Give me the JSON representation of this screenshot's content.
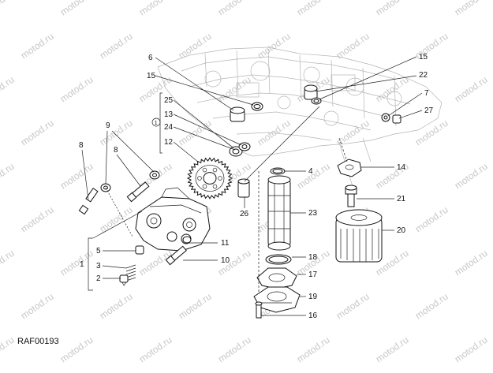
{
  "diagram": {
    "reference_code": "RAF00193",
    "watermark_text": "motod.ru",
    "group_marker": "1",
    "callouts": [
      {
        "id": "c6",
        "label": "6"
      },
      {
        "id": "c15a",
        "label": "15"
      },
      {
        "id": "c15b",
        "label": "15"
      },
      {
        "id": "c22",
        "label": "22"
      },
      {
        "id": "c7",
        "label": "7"
      },
      {
        "id": "c27",
        "label": "27"
      },
      {
        "id": "c25",
        "label": "25"
      },
      {
        "id": "c13",
        "label": "13"
      },
      {
        "id": "c24",
        "label": "24"
      },
      {
        "id": "c12",
        "label": "12"
      },
      {
        "id": "c9",
        "label": "9"
      },
      {
        "id": "c8a",
        "label": "8"
      },
      {
        "id": "c8b",
        "label": "8"
      },
      {
        "id": "c4",
        "label": "4"
      },
      {
        "id": "c14",
        "label": "14"
      },
      {
        "id": "c21",
        "label": "21"
      },
      {
        "id": "c23",
        "label": "23"
      },
      {
        "id": "c20",
        "label": "20"
      },
      {
        "id": "c26",
        "label": "26"
      },
      {
        "id": "c11",
        "label": "11"
      },
      {
        "id": "c10",
        "label": "10"
      },
      {
        "id": "c5",
        "label": "5"
      },
      {
        "id": "c3",
        "label": "3"
      },
      {
        "id": "c2",
        "label": "2"
      },
      {
        "id": "c1",
        "label": "1"
      },
      {
        "id": "c18",
        "label": "18"
      },
      {
        "id": "c17",
        "label": "17"
      },
      {
        "id": "c19",
        "label": "19"
      },
      {
        "id": "c16",
        "label": "16"
      }
    ]
  }
}
